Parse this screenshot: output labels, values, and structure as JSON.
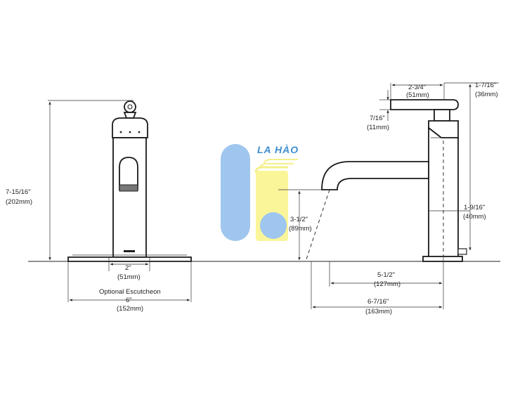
{
  "watermark": {
    "text": "LA HÀO",
    "colors": {
      "blue": "#9fc6ee",
      "yellow": "#fbf59a",
      "text": "#3e8ed0"
    }
  },
  "front_view": {
    "overall_height": {
      "imperial": "7-15/16\"",
      "metric": "(202mm)"
    },
    "centers": {
      "imperial": "2\"",
      "metric": "(51mm)"
    },
    "escutcheon_label": "Optional Escutcheon",
    "escutcheon_width": {
      "imperial": "6\"",
      "metric": "(152mm)"
    }
  },
  "side_view": {
    "handle_reach": {
      "imperial": "2-3/4\"",
      "metric": "(51mm)"
    },
    "handle_offset": {
      "imperial": "1-7/16\"",
      "metric": "(36mm)"
    },
    "handle_height": {
      "imperial": "7/16\"",
      "metric": "(11mm)"
    },
    "spout_height": {
      "imperial": "3-1/2\"",
      "metric": "(89mm)"
    },
    "body_offset": {
      "imperial": "1-9/16\"",
      "metric": "(40mm)"
    },
    "spout_reach": {
      "imperial": "5-1/2\"",
      "metric": "(127mm)"
    },
    "overall_depth": {
      "imperial": "6-7/16\"",
      "metric": "(163mm)"
    }
  }
}
